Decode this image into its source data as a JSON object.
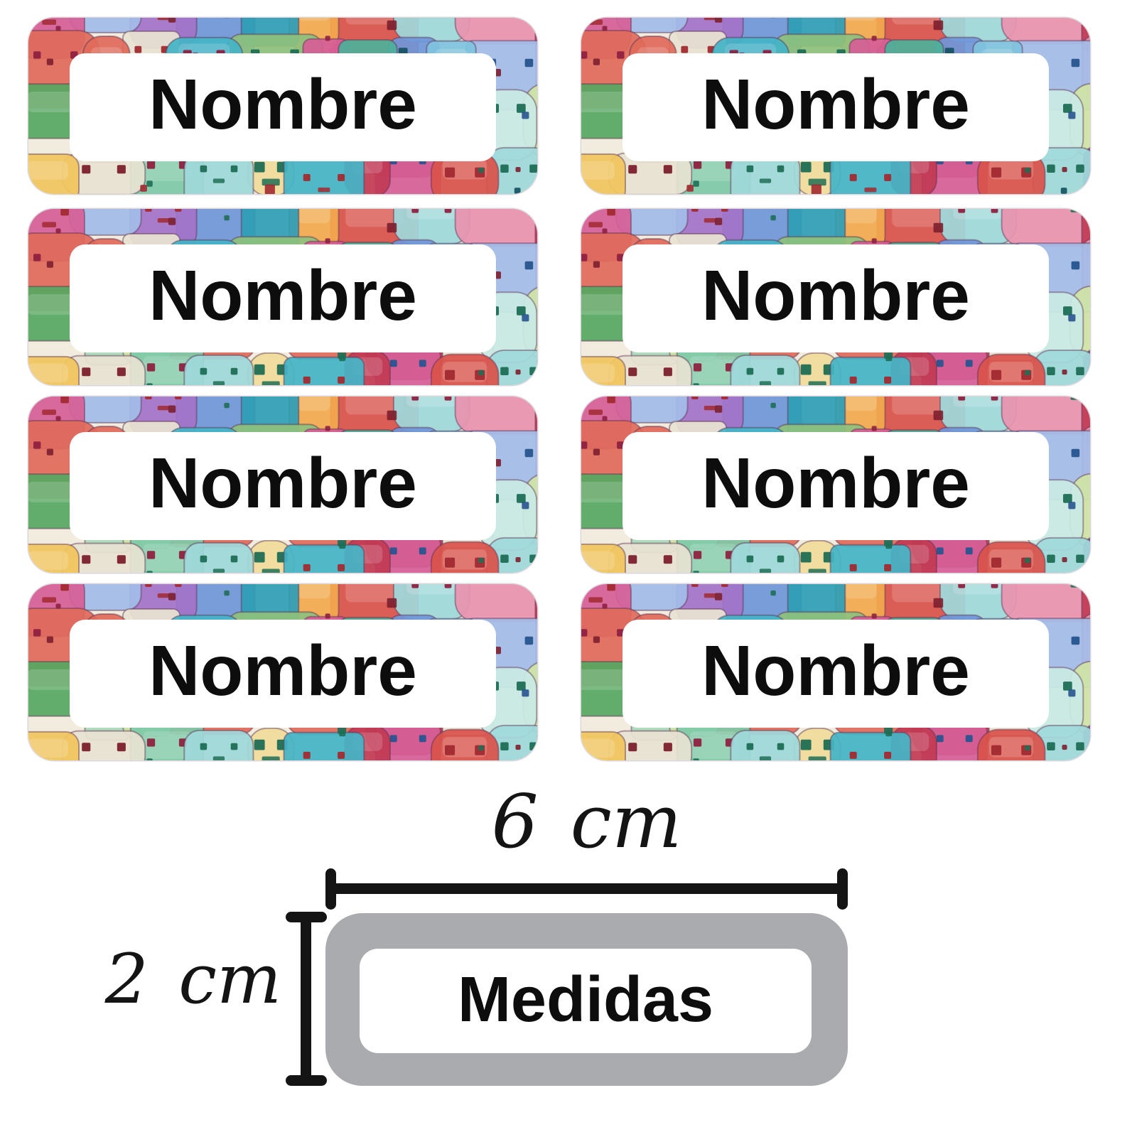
{
  "page": {
    "background": "#ffffff",
    "description": "Sheet of 8 name label stickers with watercolor pixel-block pattern and size diagram"
  },
  "labels": {
    "grid": {
      "columns": 2,
      "rows": 4,
      "count": 8
    },
    "items": [
      {
        "text": "Nombre"
      },
      {
        "text": "Nombre"
      },
      {
        "text": "Nombre"
      },
      {
        "text": "Nombre"
      },
      {
        "text": "Nombre"
      },
      {
        "text": "Nombre"
      },
      {
        "text": "Nombre"
      },
      {
        "text": "Nombre"
      }
    ],
    "style": {
      "pattern_name": "watercolor-pixel-block-characters",
      "field_background": "#ffffff",
      "text_color": "#0d0d0d",
      "pattern_background": "#f1ecdd",
      "outline_color": "#5a3150",
      "palette": [
        "#d9534b",
        "#c23b55",
        "#e06a5a",
        "#ef8d3e",
        "#f2a94e",
        "#f1c55e",
        "#f0dc9a",
        "#f2eddc",
        "#e8e2d2",
        "#45b4c6",
        "#2f9eb6",
        "#9fd8da",
        "#c9e9e4",
        "#4db09a",
        "#7ec9a8",
        "#abd8ba",
        "#57a862",
        "#8ec17d",
        "#d0e3a6",
        "#3e6cc4",
        "#6f97d8",
        "#a3bce8",
        "#7fc3de",
        "#8857b4",
        "#a273c8",
        "#c9aede",
        "#bf3f80",
        "#d55f97",
        "#ea92ae",
        "#f3bdcc"
      ],
      "accent_colors": [
        "#8e2140",
        "#a12a30",
        "#1e6e55",
        "#27548f",
        "#6e2a66",
        "#13505e",
        "#7c1f2d",
        "#2b8aa0"
      ]
    }
  },
  "diagram": {
    "width_label": "6 cm",
    "height_label": "2 cm",
    "sample_text": "Medidas",
    "sample_fill": "#a9abae",
    "dimension_color": "#141414"
  }
}
